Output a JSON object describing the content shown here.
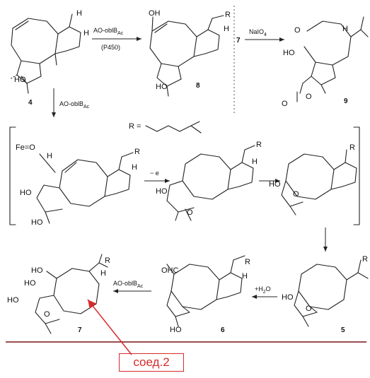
{
  "reactions": {
    "step1_reagent": "AO-oblB",
    "step1_reagent_sub": "Ac",
    "step1_condition": "(P450)",
    "step2_reagent_label": "7",
    "step2_reagent": "NaIO",
    "step2_reagent_sub": "4",
    "step3_reagent": "AO-oblB",
    "step3_reagent_sub": "Ac",
    "one_electron": "− e",
    "hydration": "+H",
    "hydration_sub": "2",
    "hydration_tail": "O",
    "final_reagent": "AO-oblB",
    "final_reagent_sub": "Ac"
  },
  "r_definition": "R =",
  "compounds": {
    "c4": "4",
    "c8": "8",
    "c9": "9",
    "c7": "7",
    "c6": "6",
    "c5": "5"
  },
  "atom_labels": {
    "H": "H",
    "R": "R",
    "HO": "HO",
    "OH": "OH",
    "O": "O",
    "OHC": "OHC",
    "FeO": "Fe=O"
  },
  "annotation": {
    "label": "соед.2",
    "color": "#d62b2b"
  }
}
